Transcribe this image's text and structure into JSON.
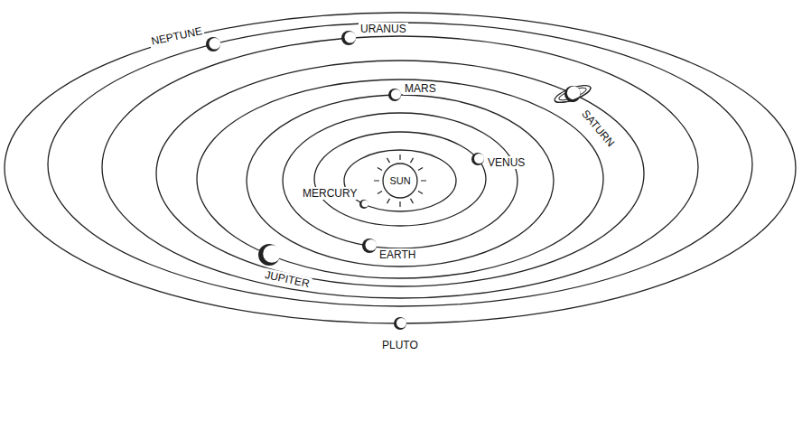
{
  "diagram": {
    "nodes": [
      {
        "text": [
          "SUN"
        ]
      }
    ],
    "labels": [
      "NEPTUNE",
      "URANUS",
      "MARS",
      "SATURN",
      "VENUS",
      "MERCURY",
      "JUPITER",
      "EARTH",
      "PLUTO"
    ]
  }
}
